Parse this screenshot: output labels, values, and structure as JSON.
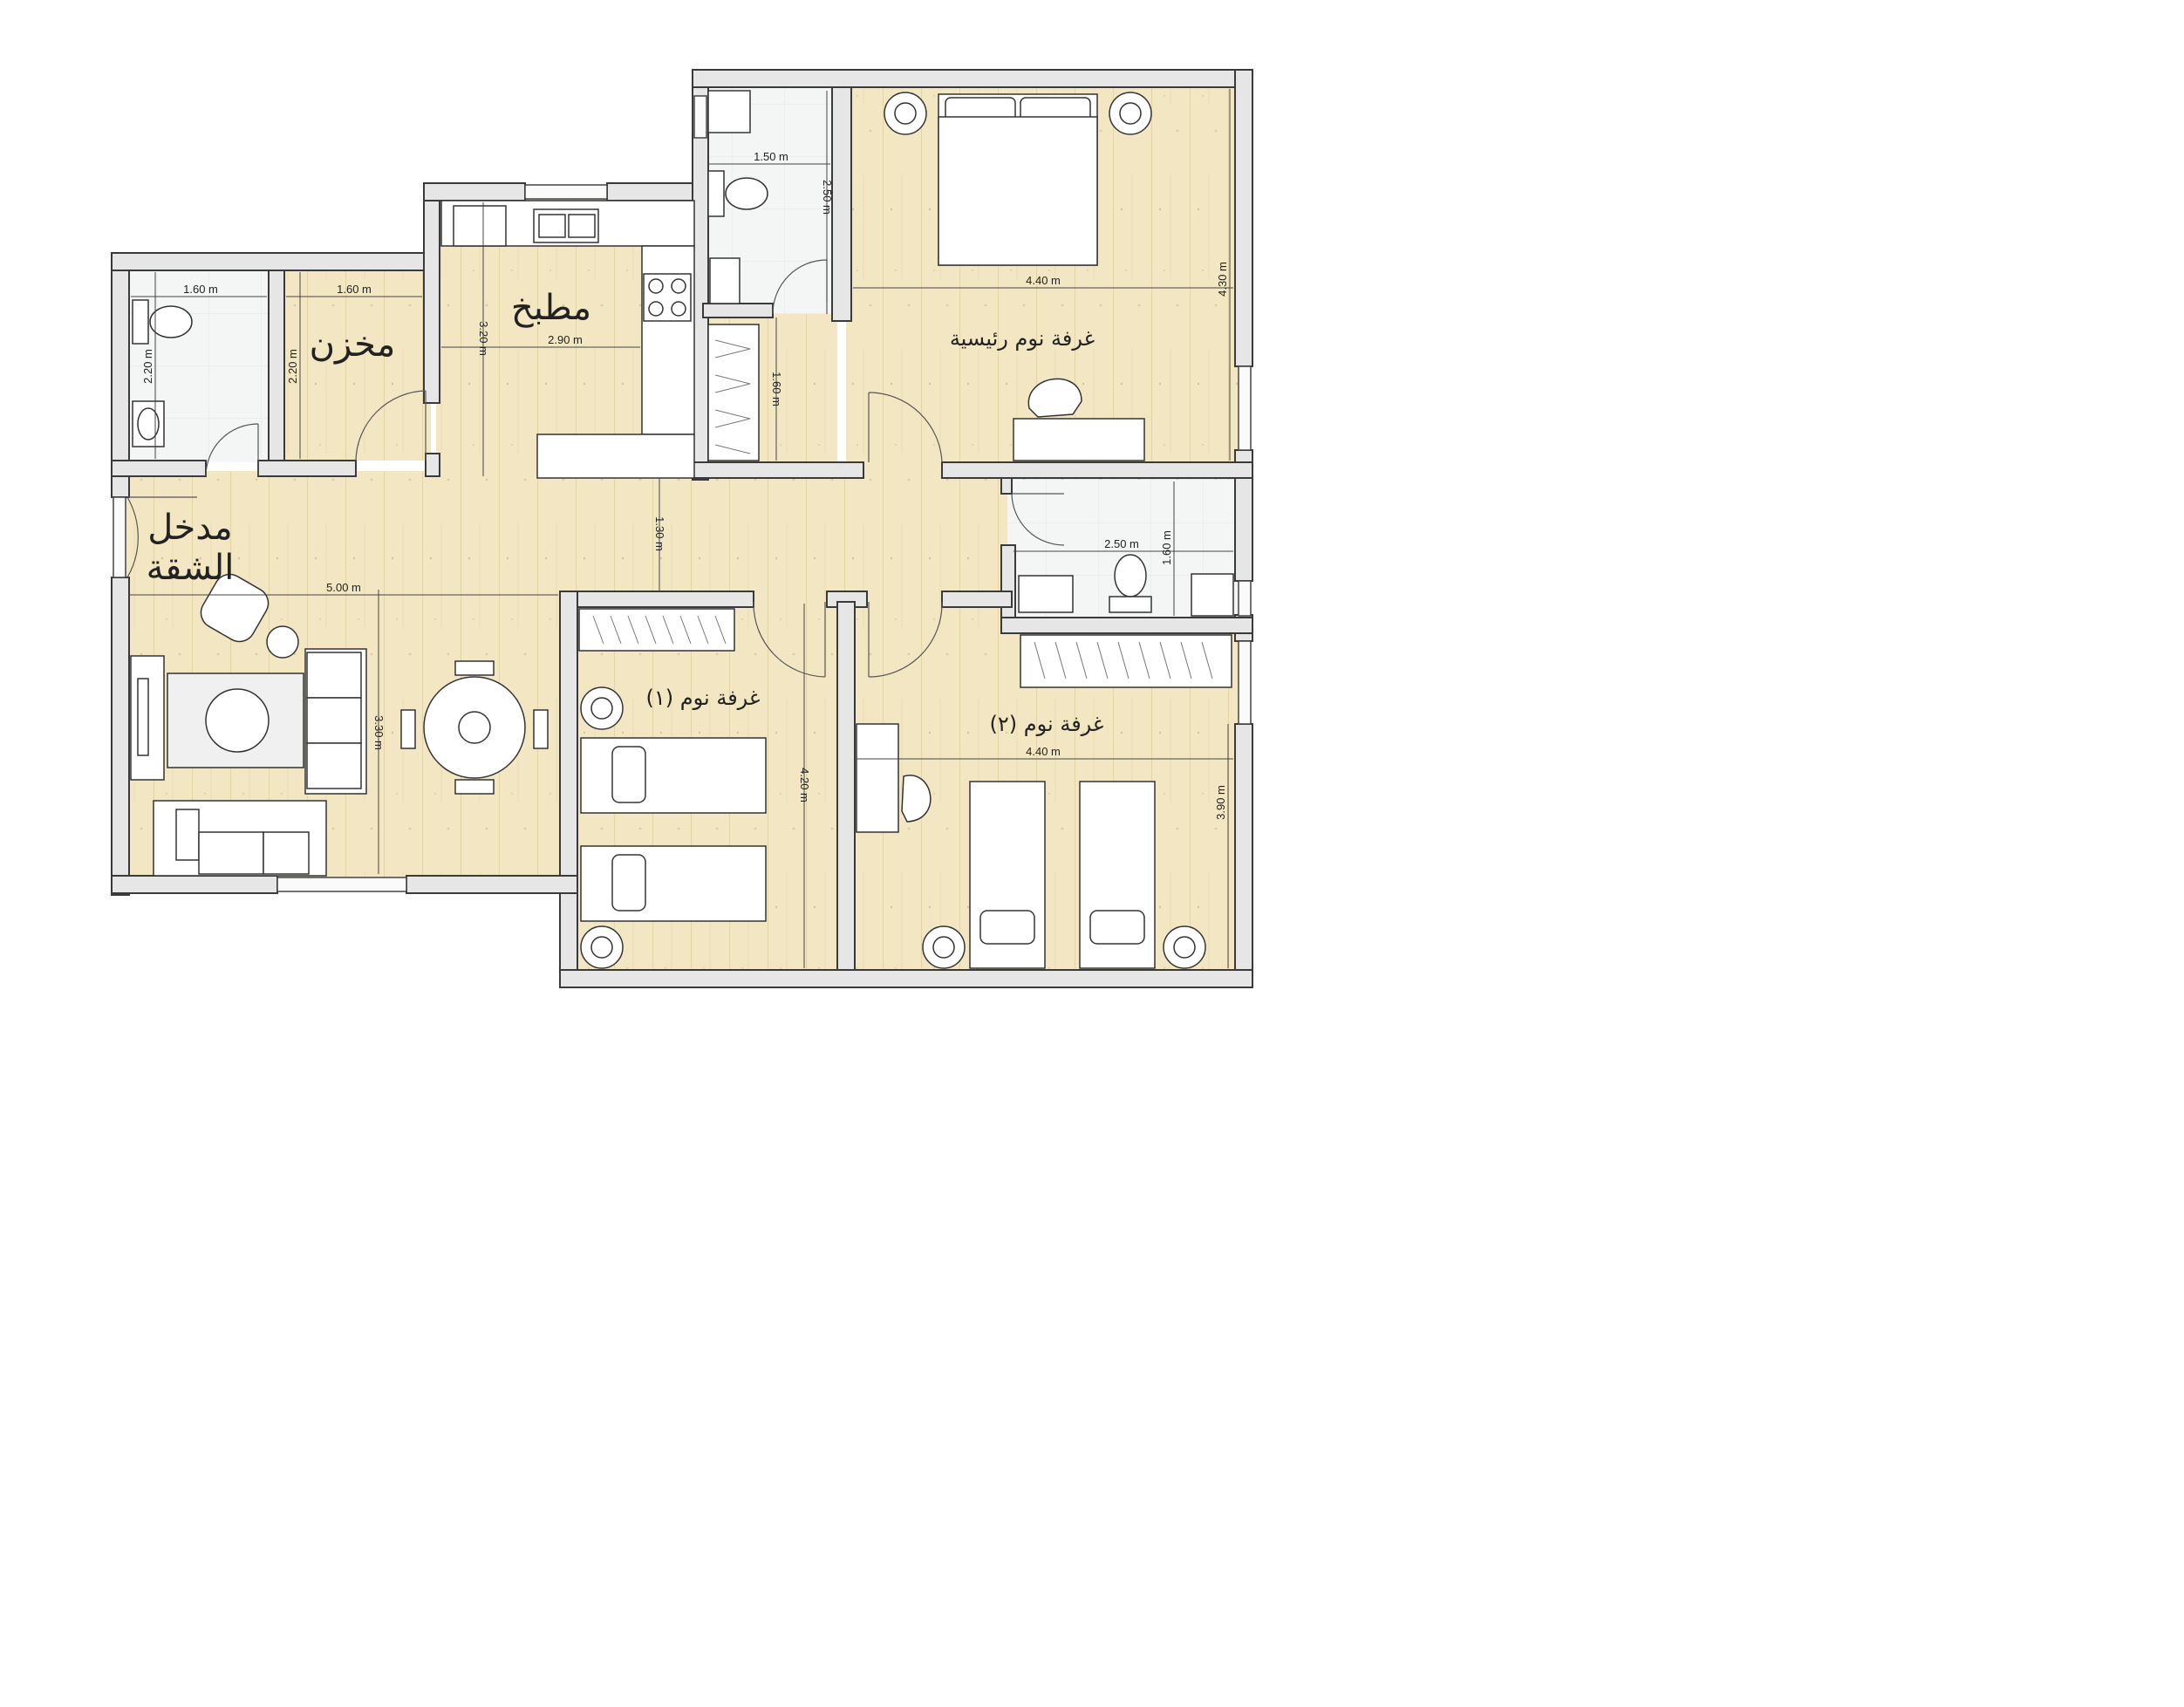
{
  "rooms": {
    "entrance": {
      "label_line1": "مدخل",
      "label_line2": "الشقة"
    },
    "storage": {
      "label": "مخزن"
    },
    "kitchen": {
      "label": "مطبخ"
    },
    "master_bedroom": {
      "label": "غرفة نوم رئيسية"
    },
    "bedroom_1": {
      "label": "غرفة نوم (١)"
    },
    "bedroom_2": {
      "label": "غرفة نوم (٢)"
    }
  },
  "dimensions": {
    "wc_left_width": "1.60 m",
    "wc_left_depth": "2.20 m",
    "storage_width": "1.60 m",
    "storage_depth": "2.20 m",
    "kitchen_width": "2.90 m",
    "kitchen_depth": "3.20 m",
    "master_bath_width": "1.50 m",
    "master_bath_depth": "2.50 m",
    "master_width": "4.40 m",
    "master_depth": "4.30 m",
    "closet_depth": "1.60 m",
    "corridor_width": "1.30 m",
    "living_width": "5.00 m",
    "living_depth": "3.30 m",
    "bath_right_width": "2.50 m",
    "bath_right_depth": "1.60 m",
    "bedroom1_depth": "4.20 m",
    "bedroom2_width": "4.40 m",
    "bedroom2_depth": "3.90 m"
  },
  "colors": {
    "wall": "#e6e6e6",
    "wall_stroke": "#3a3a3a",
    "wood_floor": "#f2e6c3",
    "tile_floor": "#f4f6f6",
    "furniture": "#ffffff",
    "line": "#333333"
  }
}
